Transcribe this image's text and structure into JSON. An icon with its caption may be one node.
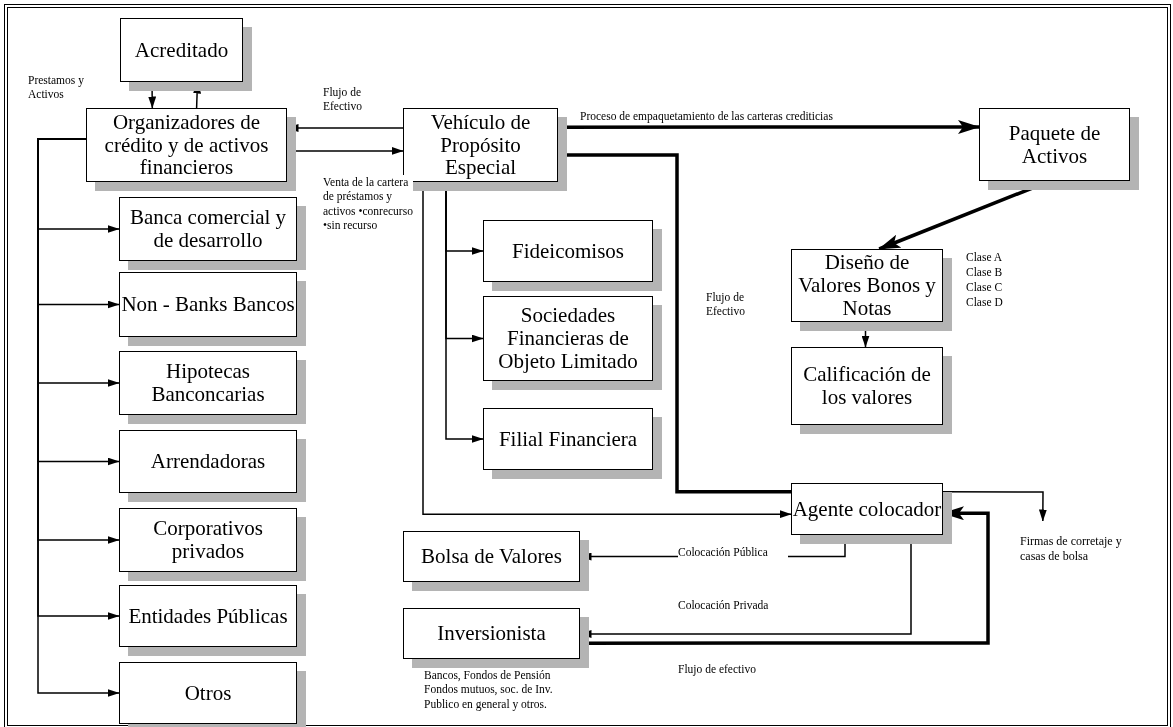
{
  "diagram": {
    "nodes": [
      {
        "text": [
          "Acreditado"
        ]
      },
      {
        "text": [
          "Organizadores de crédito y de activos financieros"
        ]
      },
      {
        "text": [
          "Vehículo de Propósito Especial"
        ]
      },
      {
        "text": [
          "Paquete de Activos"
        ]
      },
      {
        "text": [
          "Banca comercial y de desarrollo"
        ]
      },
      {
        "text": [
          "Non - Banks Bancos"
        ]
      },
      {
        "text": [
          "Hipotecas Banconcarias"
        ]
      },
      {
        "text": [
          "Arrendadoras"
        ]
      },
      {
        "text": [
          "Corporativos privados"
        ]
      },
      {
        "text": [
          "Entidades Públicas"
        ]
      },
      {
        "text": [
          "Otros"
        ]
      },
      {
        "text": [
          "Fideicomisos"
        ]
      },
      {
        "text": [
          "Sociedades Financieras de Objeto Limitado"
        ]
      },
      {
        "text": [
          "Filial Financiera"
        ]
      },
      {
        "text": [
          "Diseño de Valores Bonos y Notas"
        ],
        "beside": [
          "Clase A",
          "Clase B",
          "Clase C",
          "Clase D"
        ]
      },
      {
        "text": [
          "Calificación de los valores"
        ]
      },
      {
        "text": [
          "Agente colocador"
        ]
      },
      {
        "text": [
          "Firmas de corretaje y casas de bolsa"
        ]
      },
      {
        "text": [
          "Bolsa de Valores"
        ]
      },
      {
        "text": [
          "Inversionista"
        ],
        "beside": [
          "Bancos, Fondos de Pensión Fondos mutuos, soc. de Inv. Publico en general y otros."
        ]
      }
    ],
    "edges": [
      {
        "from": 0,
        "to": 1,
        "arrow": "to"
      },
      {
        "from": 1,
        "to": 0,
        "arrow": "to"
      },
      {
        "from": 2,
        "to": 1,
        "arrow": "to",
        "label": "Flujo de Efectivo"
      },
      {
        "from": 1,
        "to": 2,
        "arrow": "to",
        "label": "Venta de la cartera de préstamos y activos •conrecurso •sin recurso"
      },
      {
        "from": 2,
        "to": 3,
        "arrow": "to",
        "style": "thick",
        "label": "Proceso de empaquetamiento de las carteras crediticias"
      },
      {
        "from": 3,
        "to": 14,
        "arrow": "to",
        "style": "thick"
      },
      {
        "from": 14,
        "to": 15,
        "arrow": "to"
      },
      {
        "from": 1,
        "to": 4,
        "arrow": "to"
      },
      {
        "from": 1,
        "to": 5,
        "arrow": "to"
      },
      {
        "from": 1,
        "to": 6,
        "arrow": "to"
      },
      {
        "from": 1,
        "to": 7,
        "arrow": "to"
      },
      {
        "from": 1,
        "to": 8,
        "arrow": "to"
      },
      {
        "from": 1,
        "to": 9,
        "arrow": "to"
      },
      {
        "from": 1,
        "to": 10,
        "arrow": "to"
      },
      {
        "from": 2,
        "to": 11,
        "arrow": "to"
      },
      {
        "from": 2,
        "to": 12,
        "arrow": "to"
      },
      {
        "from": 2,
        "to": 13,
        "arrow": "to"
      },
      {
        "from": 2,
        "to": 16,
        "arrow": "to"
      },
      {
        "from": 2,
        "to": 16,
        "arrow": "none",
        "style": "thick",
        "label": "Flujo de Efectivo"
      },
      {
        "from": 16,
        "to": 17,
        "arrow": "to"
      },
      {
        "from": 16,
        "to": 18,
        "arrow": "to",
        "label": "Colocación Pública"
      },
      {
        "from": 16,
        "to": 19,
        "arrow": "to",
        "label": "Colocación Privada"
      },
      {
        "from": 19,
        "to": 16,
        "arrow": "to",
        "style": "thick",
        "label": "Flujo de efectivo"
      }
    ],
    "labels": [
      "Prestamos y Activos"
    ]
  }
}
